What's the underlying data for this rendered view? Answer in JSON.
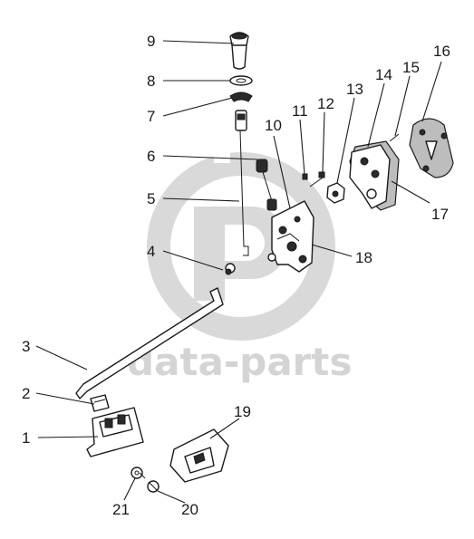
{
  "watermark": {
    "brand": "data-parts",
    "logo_icon": "data-parts-logo-icon",
    "color": "#d4d4d4"
  },
  "callouts": [
    {
      "id": "1",
      "label": "1"
    },
    {
      "id": "2",
      "label": "2"
    },
    {
      "id": "3",
      "label": "3"
    },
    {
      "id": "4",
      "label": "4"
    },
    {
      "id": "5",
      "label": "5"
    },
    {
      "id": "6",
      "label": "6"
    },
    {
      "id": "7",
      "label": "7"
    },
    {
      "id": "8",
      "label": "8"
    },
    {
      "id": "9",
      "label": "9"
    },
    {
      "id": "10",
      "label": "10"
    },
    {
      "id": "11",
      "label": "11"
    },
    {
      "id": "12",
      "label": "12"
    },
    {
      "id": "13",
      "label": "13"
    },
    {
      "id": "14",
      "label": "14"
    },
    {
      "id": "15",
      "label": "15"
    },
    {
      "id": "16",
      "label": "16"
    },
    {
      "id": "17",
      "label": "17"
    },
    {
      "id": "18",
      "label": "18"
    },
    {
      "id": "19",
      "label": "19"
    },
    {
      "id": "20",
      "label": "20"
    },
    {
      "id": "21",
      "label": "21"
    }
  ]
}
